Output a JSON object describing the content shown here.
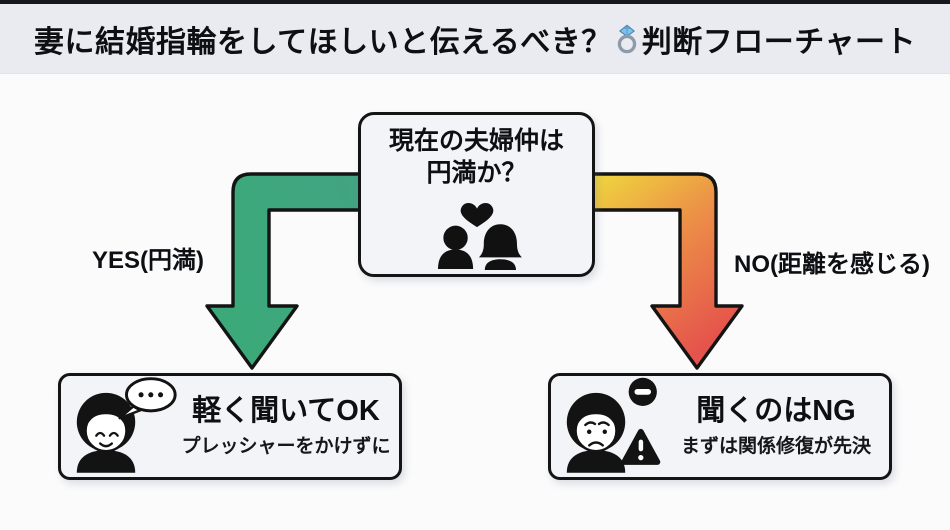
{
  "header": {
    "title_part1": "妻に結婚指輪をしてほしいと伝えるべき？",
    "title_part2": "判断フローチャート",
    "ring_icon": "ring-icon"
  },
  "question_box": {
    "line1": "現在の夫婦仲は",
    "line2": "円満か？",
    "icon": "couple-heart-icon"
  },
  "yes_branch": {
    "label": "YES(円満)",
    "arrow": {
      "type": "elbow-down",
      "gradient": {
        "start": "#4189cc",
        "mid": "#44a284",
        "end": "#3ca97b"
      }
    },
    "result_box": {
      "title": "軽く聞いてOK",
      "subtitle": "プレッシャーをかけずに",
      "icon": "happy-woman-speech-bubble-icon"
    }
  },
  "no_branch": {
    "label": "NO(距離を感じる)",
    "arrow": {
      "type": "elbow-down",
      "gradient": {
        "start": "#efd53e",
        "mid": "#ec9047",
        "end": "#e5544c"
      }
    },
    "result_box": {
      "title": "聞くのはNG",
      "subtitle": "まずは関係修復が先決",
      "icon": "sad-woman-warning-icon"
    }
  },
  "colors": {
    "top_bar": "#15181d",
    "header_bg": "#e9ebf0",
    "canvas_bg": "#fbfbfc",
    "box_bg": "#f3f4f7",
    "box_border": "#141414",
    "text": "#0d0f13"
  }
}
